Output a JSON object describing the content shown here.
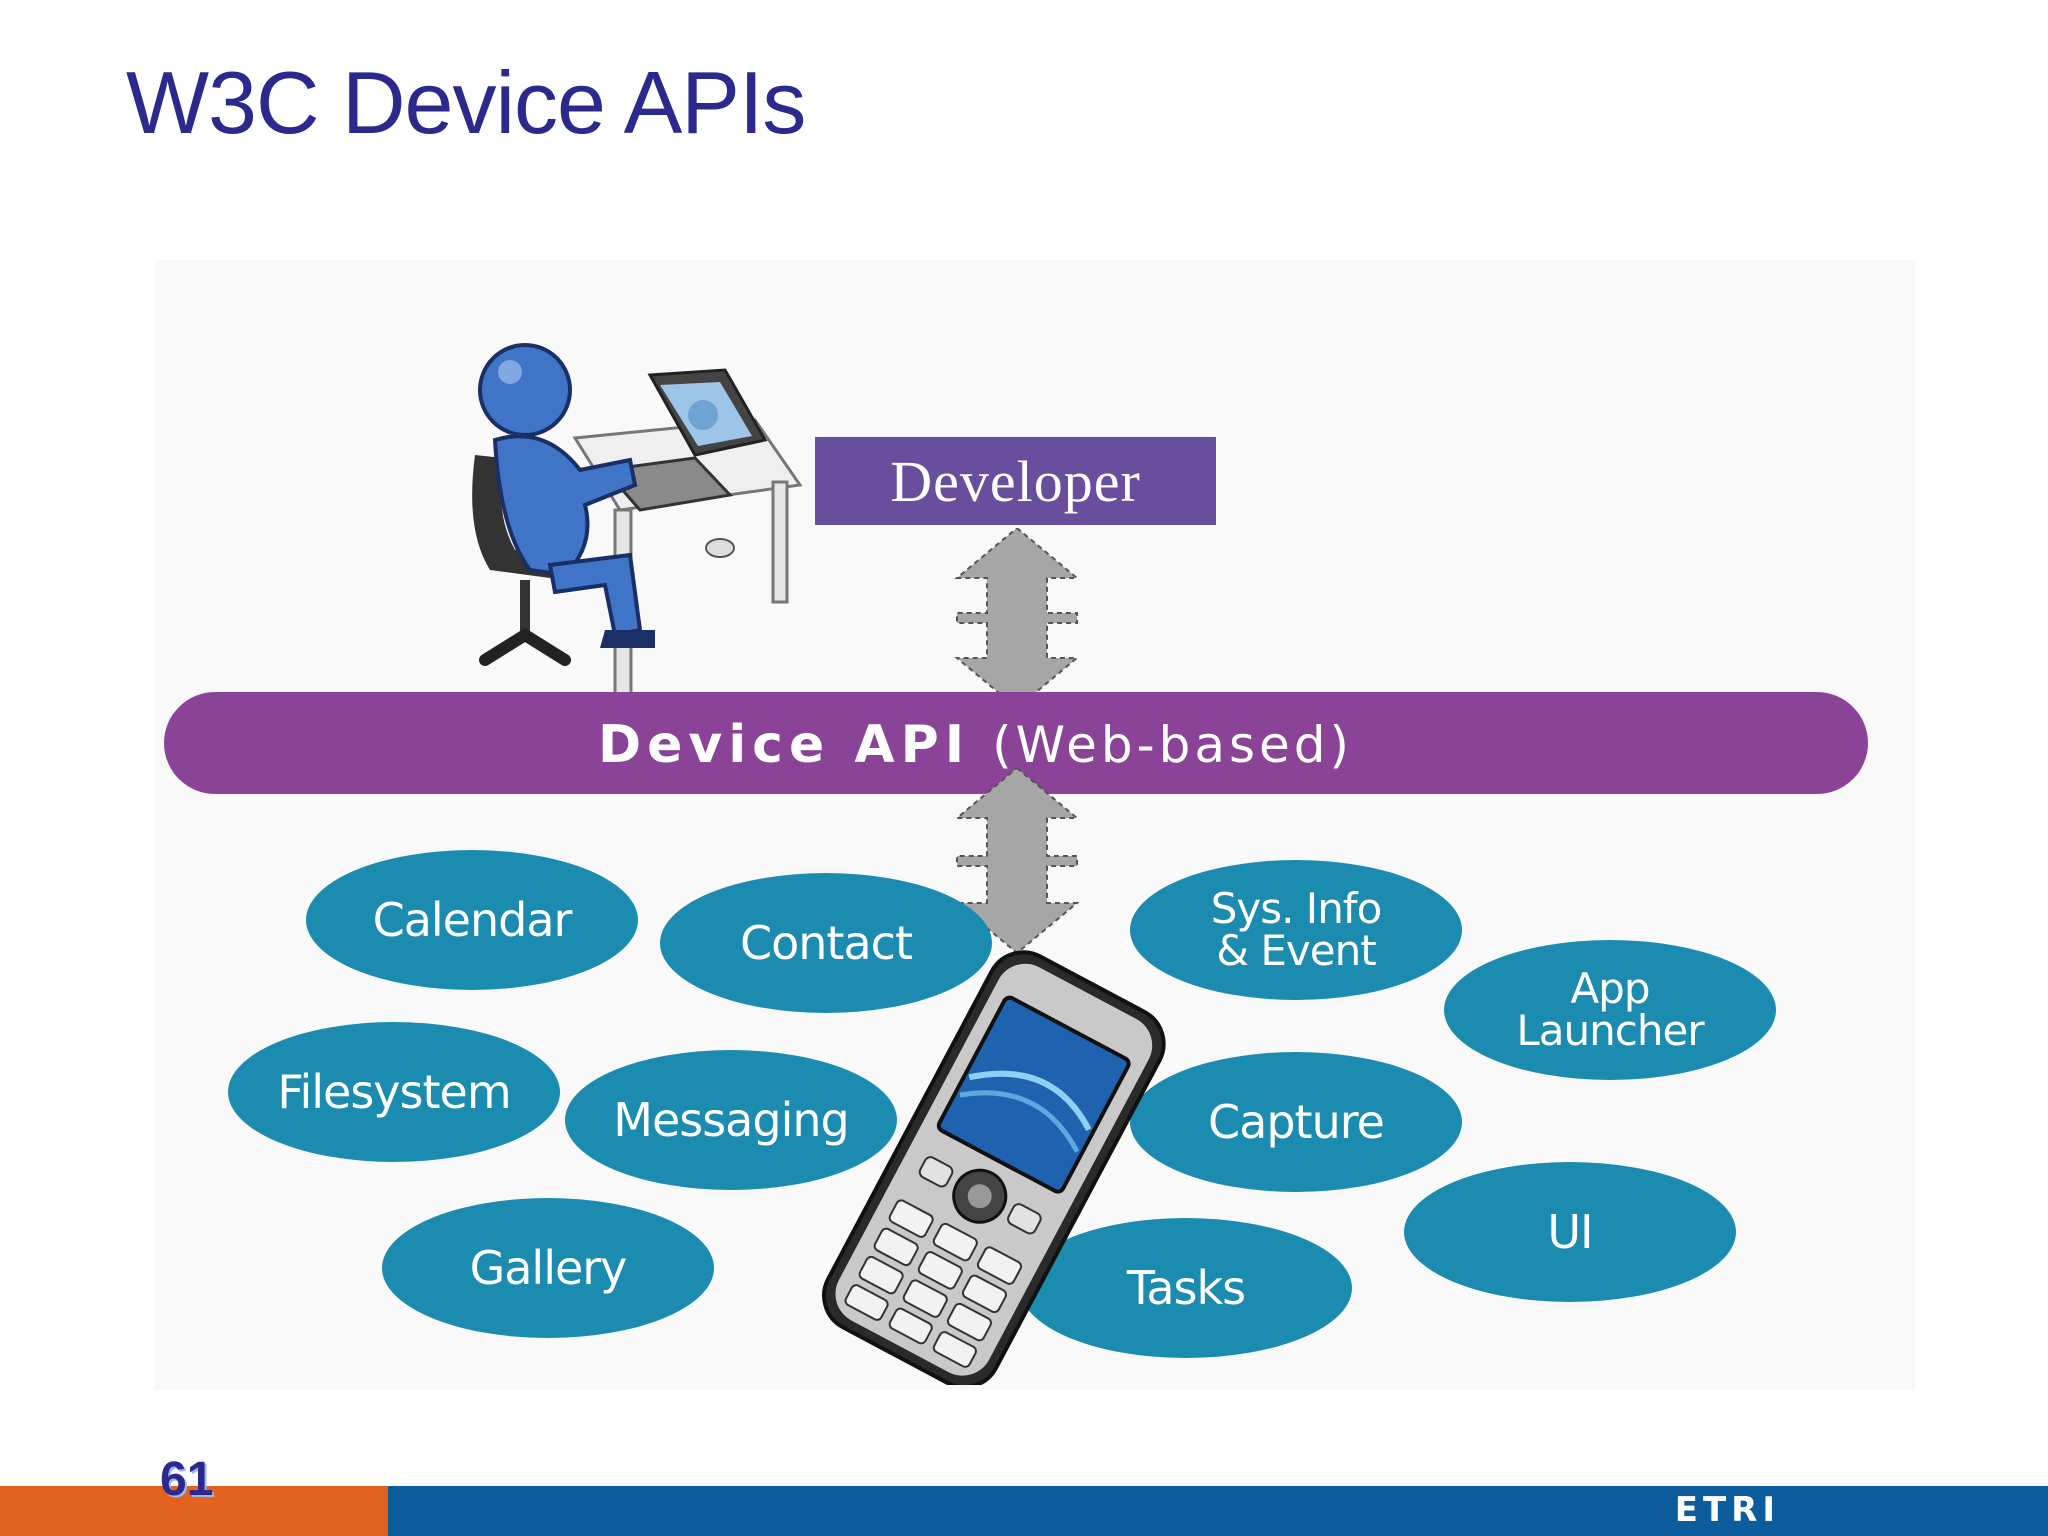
{
  "slide": {
    "title": "W3C Device APIs",
    "page_number": "61",
    "footer_logo": "ETRI"
  },
  "diagram": {
    "developer_label": "Developer",
    "api_bar_title": "Device API",
    "api_bar_subtitle": "(Web-based)",
    "apis": [
      "Calendar",
      "Contact",
      "Sys. Info\n& Event",
      "App\nLauncher",
      "Filesystem",
      "Messaging",
      "Capture",
      "Gallery",
      "UI",
      "Tasks"
    ]
  },
  "colors": {
    "title": "#2b2a8c",
    "developer_box": "#6a4e9e",
    "api_bar": "#8a4397",
    "api_oval": "#1c8bb0",
    "footer_orange": "#e4621f",
    "footer_blue": "#0d5c9c"
  }
}
